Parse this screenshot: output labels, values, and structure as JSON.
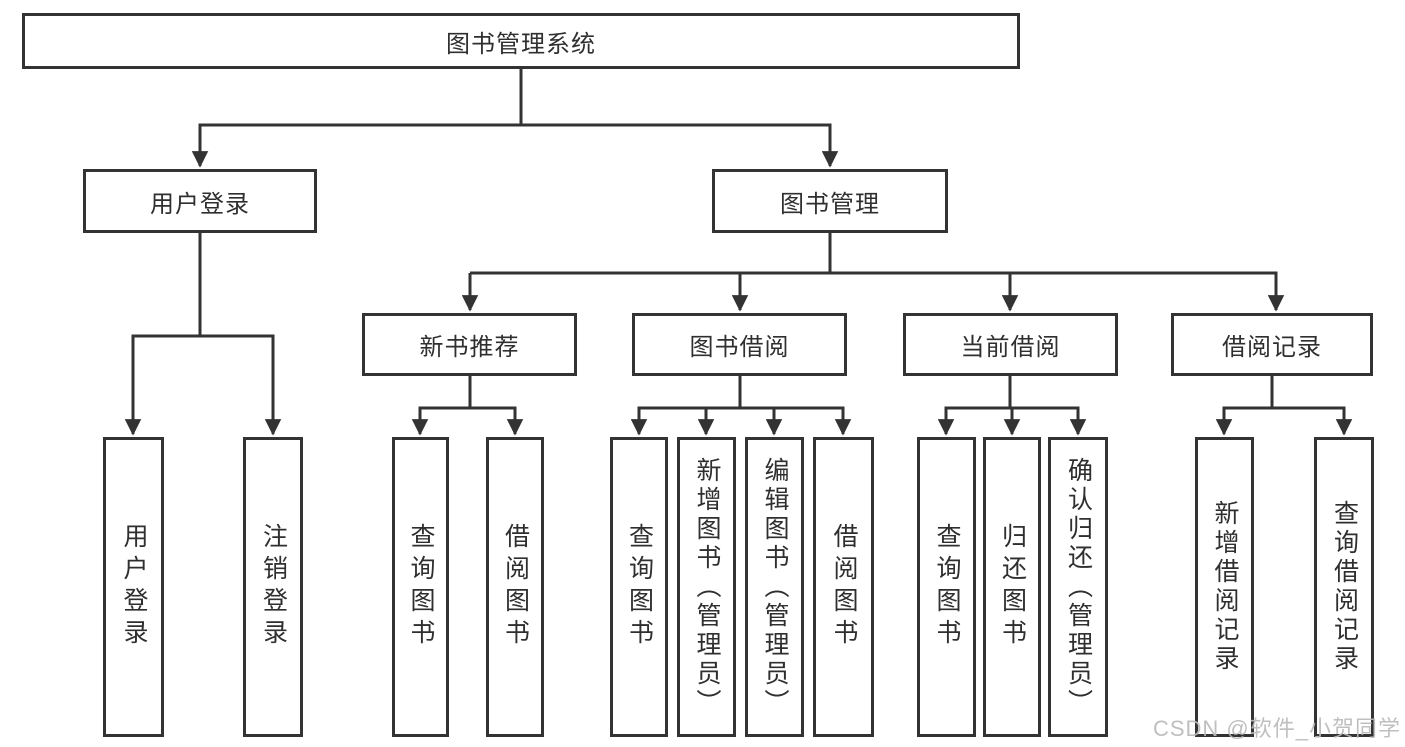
{
  "diagram": {
    "title": "图书管理系统",
    "root": "图书管理系统",
    "level2": {
      "user_login": "用户登录",
      "book_mgmt": "图书管理"
    },
    "level3": {
      "new_book_rec": "新书推荐",
      "book_borrowing": "图书借阅",
      "current_borrowing": "当前借阅",
      "borrowing_records": "借阅记录"
    },
    "leaves": {
      "user_login": [
        "用户登录",
        "注销登录"
      ],
      "new_book_rec": [
        "查询图书",
        "借阅图书"
      ],
      "book_borrowing": [
        "查询图书",
        "新增图书（管理员）",
        "编辑图书（管理员）",
        "借阅图书"
      ],
      "current_borrowing": [
        "查询图书",
        "归还图书",
        "确认归还（管理员）"
      ],
      "borrowing_records": [
        "新增借阅记录",
        "查询借阅记录"
      ]
    }
  },
  "watermark": {
    "text": "CSDN @软件_小贺同学"
  },
  "colors": {
    "line": "#333333",
    "text": "#2f2f2f",
    "background": "#ffffff",
    "watermark": "#bababa"
  }
}
